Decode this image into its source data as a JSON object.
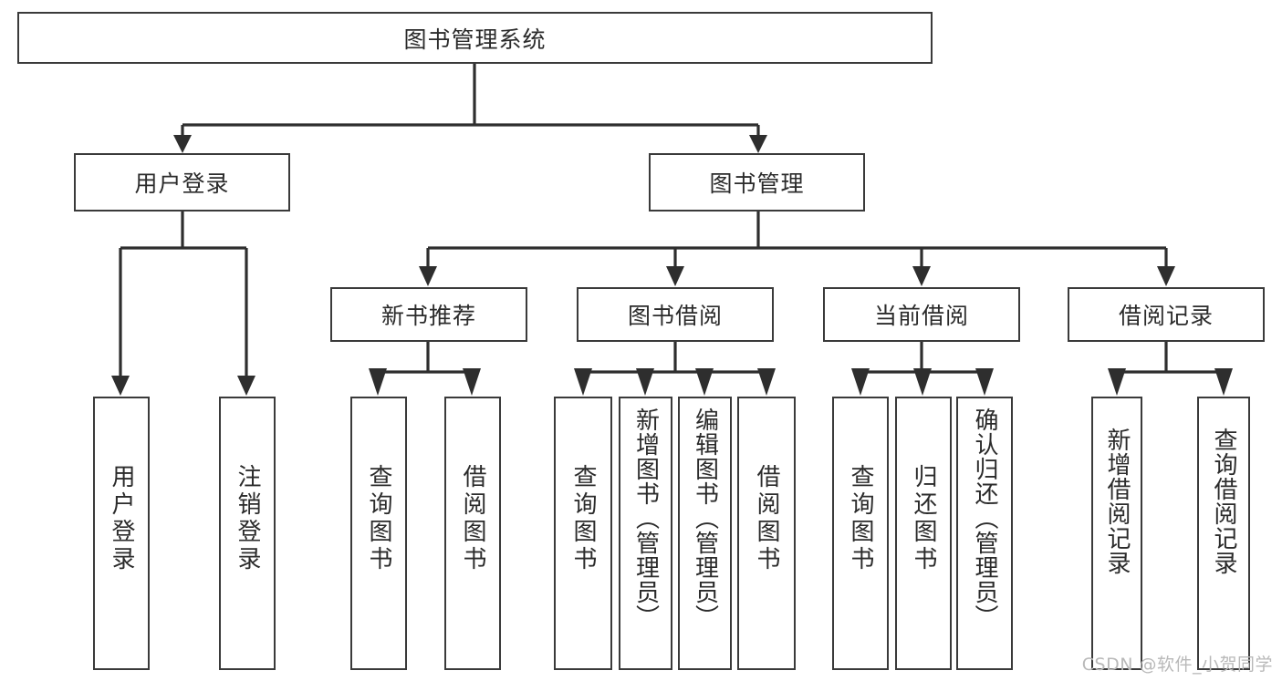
{
  "diagram": {
    "title": "图书管理系统",
    "watermark": "CSDN @软件_小贺同学",
    "colors": {
      "box_border": "#3a3a3a",
      "connector": "#2e2e2e",
      "text": "#2b2b2b",
      "background": "#ffffff",
      "watermark": "#b9b9b9"
    },
    "root": {
      "label": "图书管理系统"
    },
    "level2": [
      {
        "label": "用户登录"
      },
      {
        "label": "图书管理"
      }
    ],
    "level3": [
      {
        "label": "新书推荐"
      },
      {
        "label": "图书借阅"
      },
      {
        "label": "当前借阅"
      },
      {
        "label": "借阅记录"
      }
    ],
    "leaves": {
      "user_login": [
        {
          "label": "用户登录"
        },
        {
          "label": "注销登录"
        }
      ],
      "new_book": [
        {
          "label": "查询图书"
        },
        {
          "label": "借阅图书"
        }
      ],
      "book_borrow": [
        {
          "label": "查询图书"
        },
        {
          "label": "新增图书（管理员）"
        },
        {
          "label": "编辑图书（管理员）"
        },
        {
          "label": "借阅图书"
        }
      ],
      "current_borrow": [
        {
          "label": "查询图书"
        },
        {
          "label": "归还图书"
        },
        {
          "label": "确认归还（管理员）"
        }
      ],
      "borrow_record": [
        {
          "label": "新增借阅记录"
        },
        {
          "label": "查询借阅记录"
        }
      ]
    }
  }
}
